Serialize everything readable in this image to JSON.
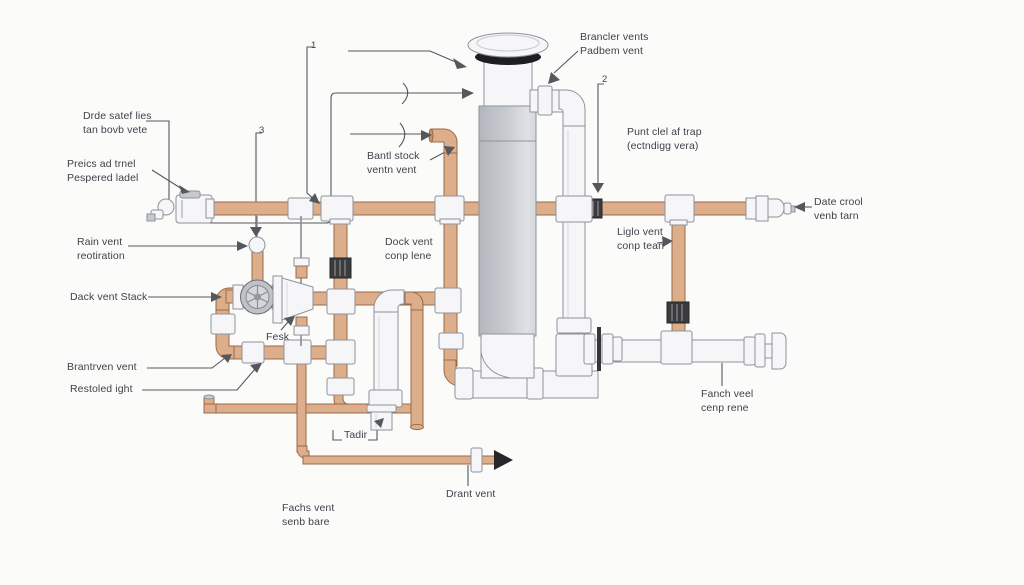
{
  "colors": {
    "background": "#fbfbfa",
    "copper": "#dcae8c",
    "copper_edge": "#9c6a48",
    "white_pipe": "#f6f6f8",
    "pipe_edge": "#8e939a",
    "gray_metal": "#c6cace",
    "dark_fitting": "#3b3b3d",
    "leader": "#54585d",
    "text": "#3e434a"
  },
  "labels": {
    "top_left_1": "Drde satef lies\ntan bovb vete",
    "top_left_2": "Preics ad trnel\nPespered ladel",
    "rain_vent": "Rain vent\nreotiration",
    "dack_vent": "Dack vent Stack",
    "brantrven": "Brantrven vent",
    "restoled": "Restoled ight",
    "bantl": "Bantl stock\nventn vent",
    "dock_vent": "Dock vent\nconp lene",
    "brancler": "Brancler vents\nPadbem vent",
    "punt": "Punt clel af trap\n(ectndigg vera)",
    "liglo": "Liglo vent\nconp tean",
    "date_crool": "Date crool\nvenb tarn",
    "fanch": "Fanch veel\ncenp rene",
    "fesk": "Fesk",
    "tadir": "Tadir",
    "drant": "Drant vent",
    "fachs": "Fachs vent\nsenb bare"
  },
  "markers": {
    "one": "1",
    "two": "2",
    "three": "3"
  }
}
